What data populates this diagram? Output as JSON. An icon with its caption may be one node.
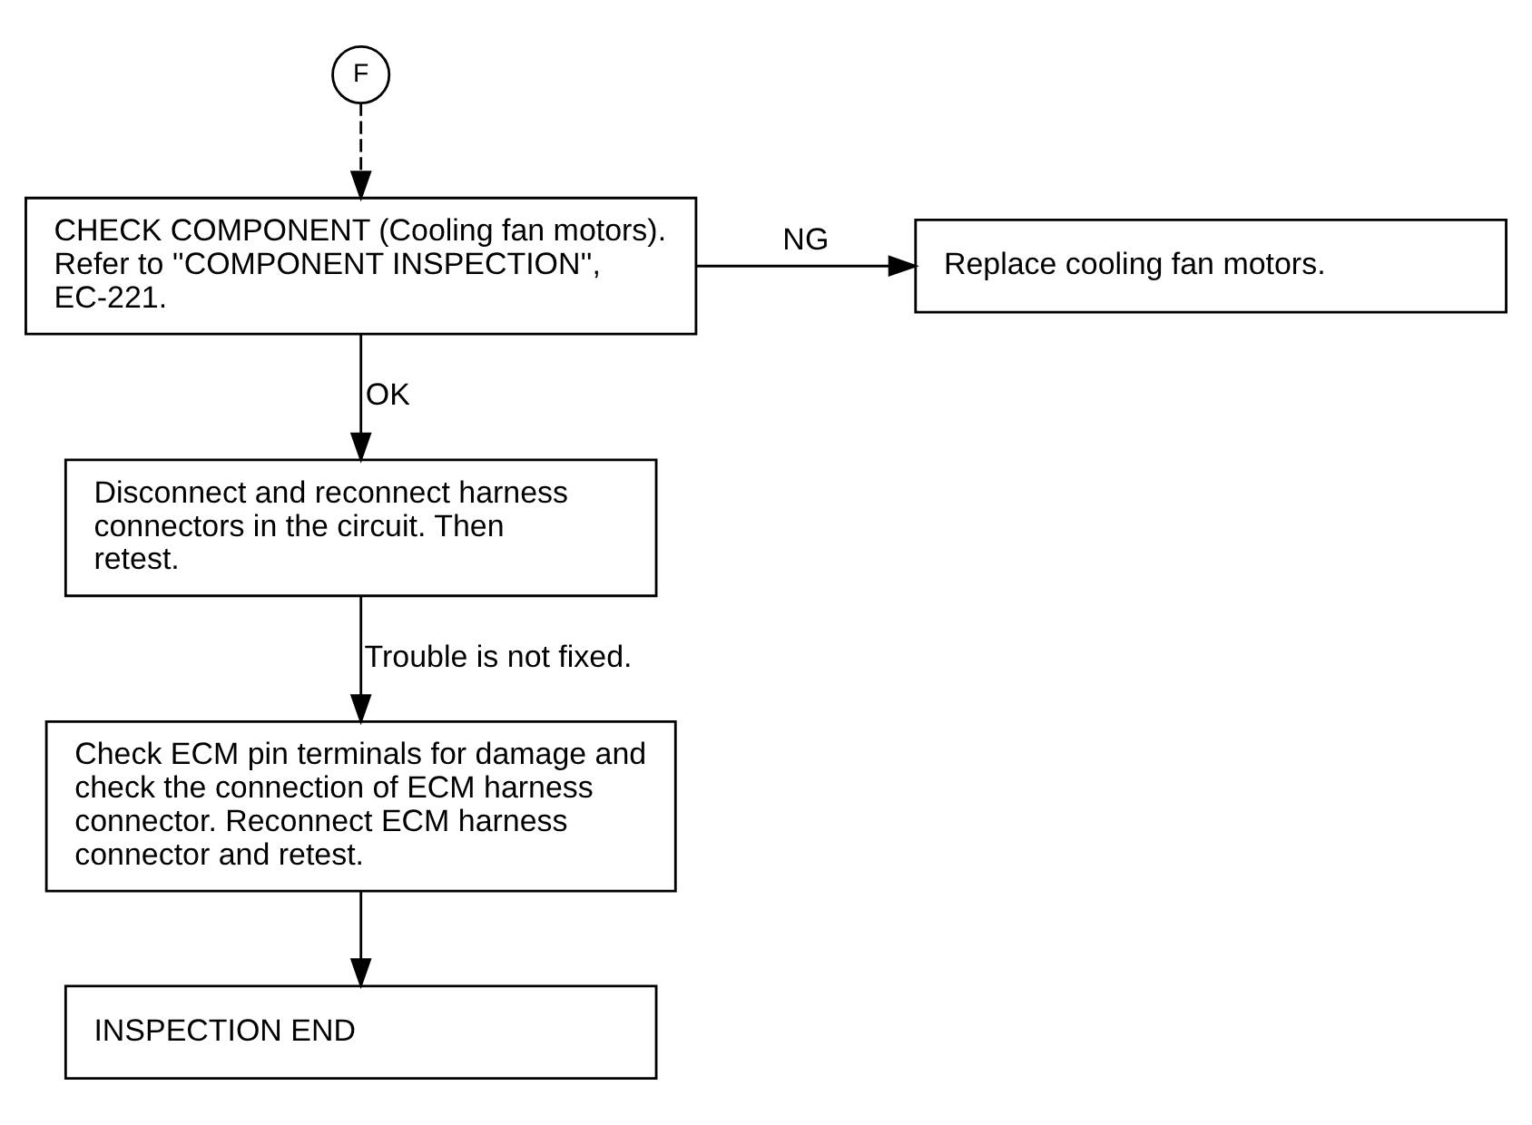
{
  "diagram": {
    "nodes": [
      {
        "text": [
          "F"
        ]
      },
      {
        "text": [
          "CHECK COMPONENT (Cooling fan motors).",
          "Refer to ''COMPONENT INSPECTION'', EC-221."
        ]
      },
      {
        "text": [
          "Replace cooling fan motors."
        ]
      },
      {
        "text": [
          "Disconnect and reconnect harness connectors in the circuit. Then retest."
        ]
      },
      {
        "text": [
          "Check ECM pin terminals for damage and check the connection of ECM harness connector. Reconnect ECM harness connector and retest."
        ]
      },
      {
        "text": [
          "INSPECTION END"
        ]
      }
    ],
    "edges": [
      {
        "from": 0,
        "to": 1,
        "arrow": "to",
        "style": "dashed"
      },
      {
        "from": 1,
        "to": 2,
        "arrow": "to",
        "label": "NG"
      },
      {
        "from": 1,
        "to": 3,
        "arrow": "to",
        "label": "OK"
      },
      {
        "from": 3,
        "to": 4,
        "arrow": "to",
        "label": "Trouble is not fixed."
      },
      {
        "from": 4,
        "to": 5,
        "arrow": "to"
      }
    ]
  }
}
